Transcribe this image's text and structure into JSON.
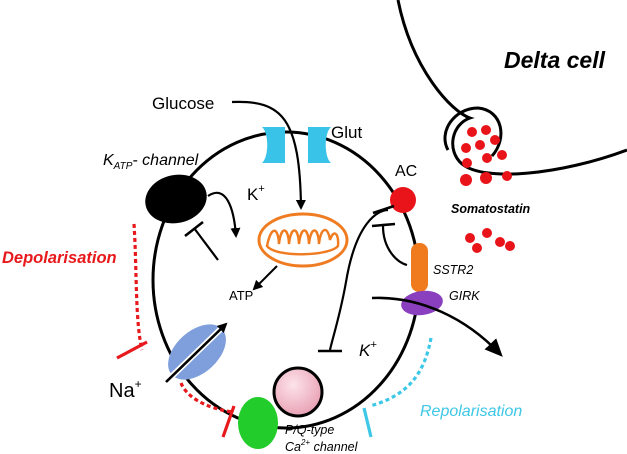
{
  "labels": {
    "delta_cell": "Delta cell",
    "glucose": "Glucose",
    "glut": "Glut",
    "katp_k": "K",
    "katp_sub": "ATP",
    "katp_rest": "- channel",
    "k_plus_top": "K",
    "plus": "+",
    "ac": "AC",
    "somatostatin": "Somatostatin",
    "depolarisation": "Depolarisation",
    "atp": "ATP",
    "sstr2": "SSTR2",
    "girk": "GIRK",
    "k_plus_bottom": "K",
    "na": "Na",
    "pq_line1": "P/Q-type",
    "ca_line2_prefix": "Ca",
    "ca_sup": "2+",
    "ca_line2_suffix": " channel",
    "repolarisation": "Repolarisation"
  },
  "colors": {
    "depolarisation": "#e8191c",
    "repolarisation": "#3cc8e6",
    "glut": "#39c3e8",
    "katp": "#000000",
    "ac": "#e8141a",
    "somatostatin": "#e8141a",
    "mitochondrion": "#f07c22",
    "sstr2": "#f07a1e",
    "girk": "#8a3fbf",
    "na_channel": "#7f9fdc",
    "ca_channel": "#22cc2a",
    "vesicle": "#f3b8c6"
  }
}
